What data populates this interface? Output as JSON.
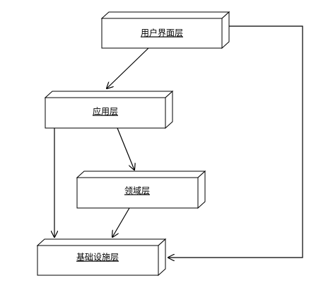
{
  "diagram": {
    "nodes": {
      "ui_layer": {
        "label": "用户界面层"
      },
      "application_layer": {
        "label": "应用层"
      },
      "domain_layer": {
        "label": "领域层"
      },
      "infrastructure_layer": {
        "label": "基础设施层"
      }
    },
    "edges": [
      {
        "from": "用户界面层",
        "to": "应用层"
      },
      {
        "from": "用户界面层",
        "to": "基础设施层"
      },
      {
        "from": "应用层",
        "to": "领域层"
      },
      {
        "from": "应用层",
        "to": "基础设施层"
      },
      {
        "from": "领域层",
        "to": "基础设施层"
      }
    ]
  }
}
